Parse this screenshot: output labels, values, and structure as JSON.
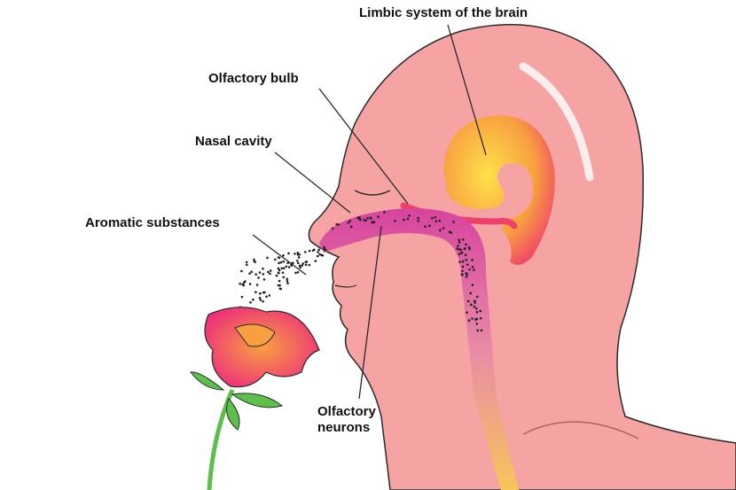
{
  "labels": {
    "limbic": "Limbic system of the brain",
    "bulb": "Olfactory bulb",
    "nasal": "Nasal cavity",
    "aromatic": "Aromatic substances",
    "neurons_line1": "Olfactory",
    "neurons_line2": "neurons"
  },
  "colors": {
    "skin": "#f6a3a3",
    "outline": "#2a2a2a",
    "cavity": "#d6449e",
    "limbic_center": "#ffe04a",
    "limbic_edge": "#ef3f6a",
    "rose": "#ee2c7c",
    "stem": "#5cc04a"
  }
}
